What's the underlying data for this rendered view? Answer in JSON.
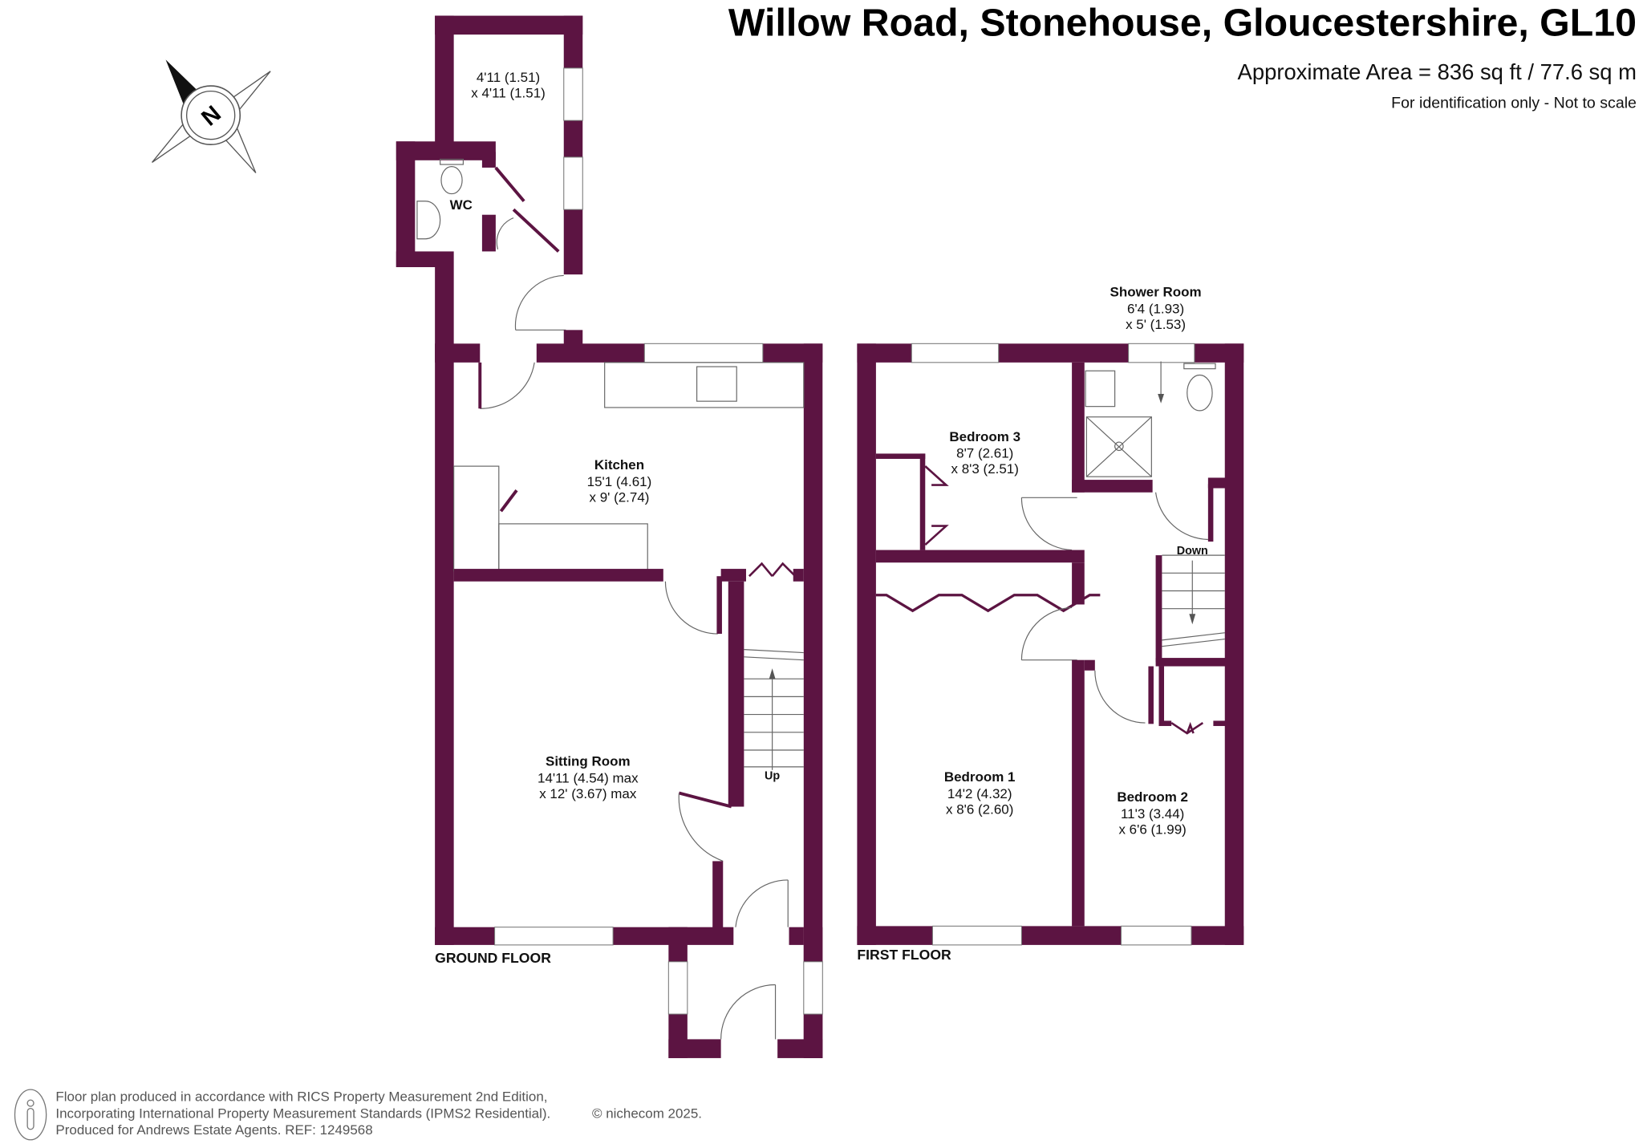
{
  "header": {
    "title": "Willow Road, Stonehouse, Gloucestershire, GL10",
    "area": "Approximate Area = 836 sq ft / 77.6 sq m",
    "disclaimer": "For identification only - Not to scale"
  },
  "compass": {
    "label": "N"
  },
  "ground_floor": {
    "label": "GROUND FLOOR",
    "store": {
      "dim1": "4'11 (1.51)",
      "dim2": "x 4'11 (1.51)"
    },
    "wc": {
      "name": "WC"
    },
    "kitchen": {
      "name": "Kitchen",
      "dim1": "15'1 (4.61)",
      "dim2": "x 9' (2.74)"
    },
    "sitting_room": {
      "name": "Sitting Room",
      "dim1": "14'11 (4.54) max",
      "dim2": "x 12' (3.67) max"
    },
    "stairs_label": "Up"
  },
  "first_floor": {
    "label": "FIRST FLOOR",
    "shower_room": {
      "name": "Shower Room",
      "dim1": "6'4 (1.93)",
      "dim2": "x 5' (1.53)"
    },
    "bedroom3": {
      "name": "Bedroom 3",
      "dim1": "8'7 (2.61)",
      "dim2": "x 8'3 (2.51)"
    },
    "bedroom1": {
      "name": "Bedroom 1",
      "dim1": "14'2 (4.32)",
      "dim2": "x 8'6 (2.60)"
    },
    "bedroom2": {
      "name": "Bedroom 2",
      "dim1": "11'3 (3.44)",
      "dim2": "x 6'6 (1.99)"
    },
    "stairs_label": "Down"
  },
  "footer": {
    "line1": "Floor plan produced in accordance with RICS Property Measurement 2nd Edition,",
    "line2": "Incorporating International Property Measurement Standards (IPMS2 Residential).",
    "copyright": "© nichecom 2025.",
    "line3": "Produced for Andrews Estate Agents.   REF: 1249568"
  },
  "colors": {
    "wall": "#5c1442"
  }
}
